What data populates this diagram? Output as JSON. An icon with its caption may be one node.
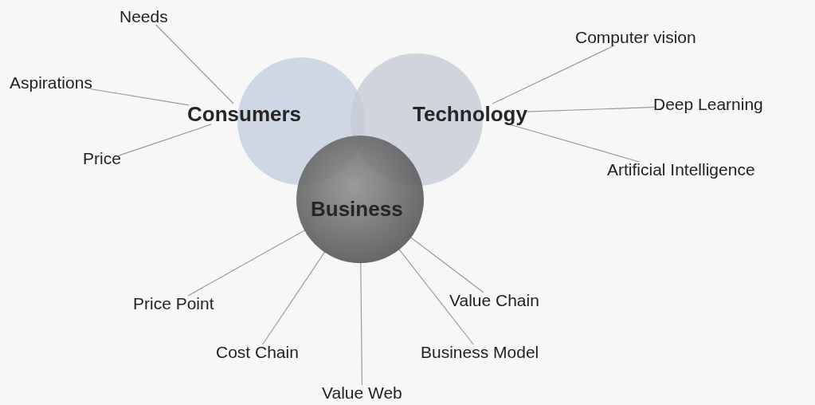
{
  "diagram": {
    "nodes": [
      {
        "text": [
          "Consumers"
        ]
      },
      {
        "text": [
          "Technology"
        ]
      },
      {
        "text": [
          "Business"
        ]
      },
      {
        "text": [
          "Needs"
        ]
      },
      {
        "text": [
          "Aspirations"
        ]
      },
      {
        "text": [
          "Price"
        ]
      },
      {
        "text": [
          "Computer vision"
        ]
      },
      {
        "text": [
          "Deep Learning"
        ]
      },
      {
        "text": [
          "Artificial Intelligence"
        ]
      },
      {
        "text": [
          "Price Point"
        ]
      },
      {
        "text": [
          "Cost Chain"
        ]
      },
      {
        "text": [
          "Value Web"
        ]
      },
      {
        "text": [
          "Business Model"
        ]
      },
      {
        "text": [
          "Value Chain"
        ]
      }
    ],
    "edges": [
      {
        "from": 3,
        "to": 0,
        "arrow": "none"
      },
      {
        "from": 4,
        "to": 0,
        "arrow": "none"
      },
      {
        "from": 5,
        "to": 0,
        "arrow": "none"
      },
      {
        "from": 6,
        "to": 1,
        "arrow": "none"
      },
      {
        "from": 7,
        "to": 1,
        "arrow": "none"
      },
      {
        "from": 8,
        "to": 1,
        "arrow": "none"
      },
      {
        "from": 9,
        "to": 2,
        "arrow": "none"
      },
      {
        "from": 10,
        "to": 2,
        "arrow": "none"
      },
      {
        "from": 11,
        "to": 2,
        "arrow": "none"
      },
      {
        "from": 12,
        "to": 2,
        "arrow": "none"
      },
      {
        "from": 13,
        "to": 2,
        "arrow": "none"
      }
    ]
  }
}
